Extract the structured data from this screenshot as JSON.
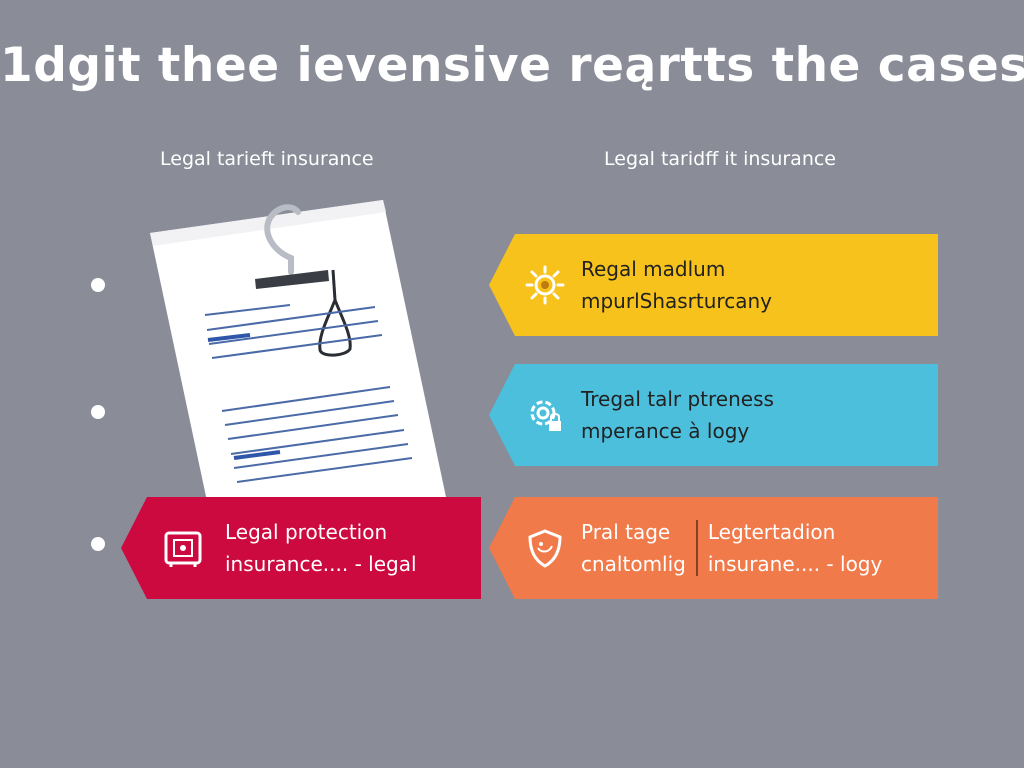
{
  "title": "1dgit thee ievensive reąrtts the cases",
  "subtitles": {
    "left": "Legal tarieft insurance",
    "right": "Legal taridff it insurance"
  },
  "banners": {
    "yellow": {
      "line1": "Regal madlum",
      "line2": "mpurlShasrturcany",
      "icon": "gear-sun-icon",
      "color": "#f7c21b"
    },
    "blue": {
      "line1": "Tregal talr ptreness",
      "line2": "mperance à logy",
      "icon": "gear-lock-icon",
      "color": "#4bbfdc"
    },
    "orange": {
      "left_line1": "Pral tage",
      "left_line2": "cnaltomlig",
      "right_line1": "Legtertadion",
      "right_line2": "insurane.... - logy",
      "icon": "shield-icon",
      "color": "#f07a4a"
    },
    "red": {
      "line1": "Legal protection",
      "line2": "insurance.... - legal",
      "icon": "safe-icon",
      "color": "#cc0a3f"
    }
  },
  "document": {
    "icon": "legal-document-icon",
    "clip_icon": "paper-clip-icon",
    "scale_icon": "hanging-weight-icon"
  }
}
